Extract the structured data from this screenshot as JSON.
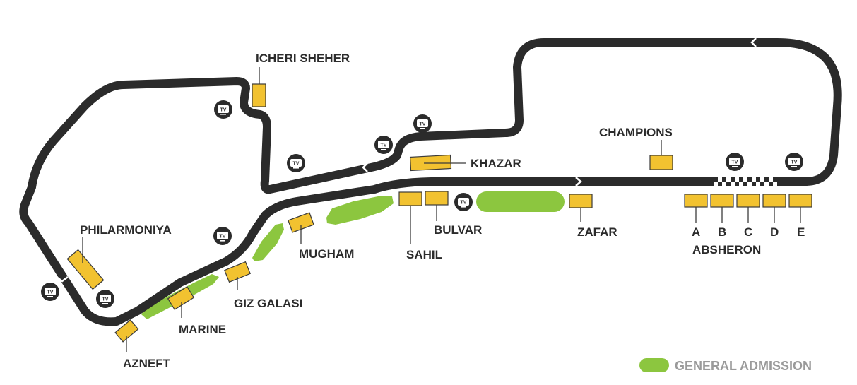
{
  "map": {
    "stands": {
      "icheri_sheher": "ICHERI SHEHER",
      "khazar": "KHAZAR",
      "champions": "CHAMPIONS",
      "philarmoniya": "PHILARMONIYA",
      "mugham": "MUGHAM",
      "sahil": "SAHIL",
      "bulvar": "BULVAR",
      "zafar": "ZAFAR",
      "giz_galasi": "GIZ GALASI",
      "marine": "MARINE",
      "azneft": "AZNEFT",
      "absheron": "ABSHERON",
      "absheron_sections": [
        "A",
        "B",
        "C",
        "D",
        "E"
      ]
    },
    "tv_label": "TV",
    "legend": {
      "general_admission": "GENERAL ADMISSION"
    },
    "colors": {
      "track": "#2b2b2b",
      "stand": "#f2c230",
      "general_admission": "#8cc63f",
      "legend_text": "#9a9a9a"
    },
    "icons": [
      "tv-camera-icon",
      "direction-chevron-icon",
      "checkered-start-finish-line"
    ]
  }
}
